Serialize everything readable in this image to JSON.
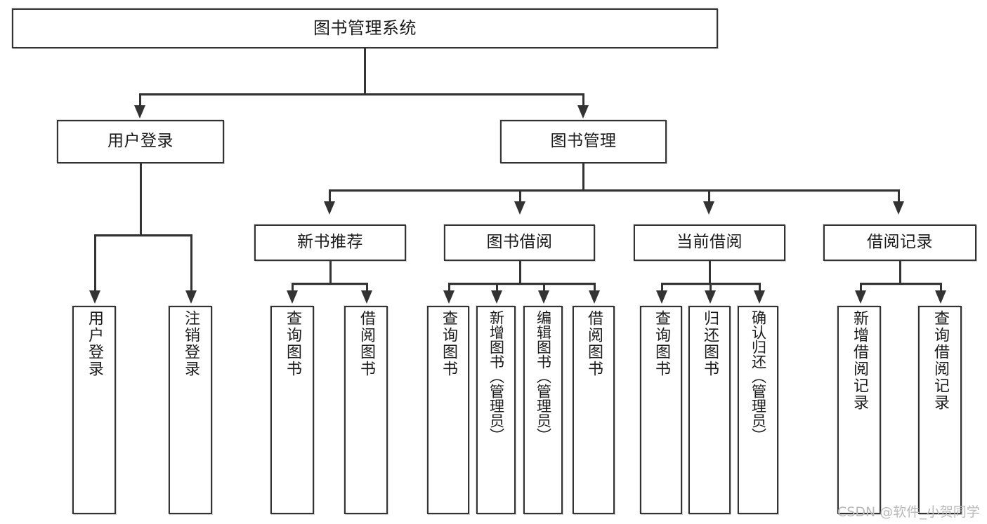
{
  "diagram": {
    "type": "tree-hierarchy",
    "title": "图书管理系统",
    "watermark": "CSDN @软件_小贺同学",
    "levels": {
      "level1_label": "图书管理系统",
      "level2": [
        {
          "id": "user-login",
          "label": "用户登录"
        },
        {
          "id": "book-management",
          "label": "图书管理"
        }
      ],
      "level3": [
        {
          "id": "new-book-recommend",
          "label": "新书推荐",
          "parent": "book-management"
        },
        {
          "id": "book-borrow",
          "label": "图书借阅",
          "parent": "book-management"
        },
        {
          "id": "current-borrow",
          "label": "当前借阅",
          "parent": "book-management"
        },
        {
          "id": "borrow-record",
          "label": "借阅记录",
          "parent": "book-management"
        }
      ],
      "leaves": [
        {
          "id": "leaf-user-login",
          "label": "用户登录",
          "parent": "user-login"
        },
        {
          "id": "leaf-logout-login",
          "label": "注销登录",
          "parent": "user-login"
        },
        {
          "id": "leaf-query-book-1",
          "label": "查询图书",
          "parent": "new-book-recommend"
        },
        {
          "id": "leaf-borrow-book-1",
          "label": "借阅图书",
          "parent": "new-book-recommend"
        },
        {
          "id": "leaf-query-book-2",
          "label": "查询图书",
          "parent": "book-borrow"
        },
        {
          "id": "leaf-add-book-admin",
          "label": "新增图书（管理员）",
          "parent": "book-borrow"
        },
        {
          "id": "leaf-edit-book-admin",
          "label": "编辑图书（管理员）",
          "parent": "book-borrow"
        },
        {
          "id": "leaf-borrow-book-2",
          "label": "借阅图书",
          "parent": "book-borrow"
        },
        {
          "id": "leaf-query-book-3",
          "label": "查询图书",
          "parent": "current-borrow"
        },
        {
          "id": "leaf-return-book",
          "label": "归还图书",
          "parent": "current-borrow"
        },
        {
          "id": "leaf-confirm-return-admin",
          "label": "确认归还（管理员）",
          "parent": "current-borrow"
        },
        {
          "id": "leaf-add-borrow-record",
          "label": "新增借阅记录",
          "parent": "borrow-record"
        },
        {
          "id": "leaf-query-borrow-record",
          "label": "查询借阅记录",
          "parent": "borrow-record"
        }
      ]
    },
    "colors": {
      "background": "#ffffff",
      "box_fill": "#ffffff",
      "border": "#333333",
      "text": "#1b1b1b",
      "connector": "#333333",
      "watermark": "#b9b9b9"
    }
  }
}
